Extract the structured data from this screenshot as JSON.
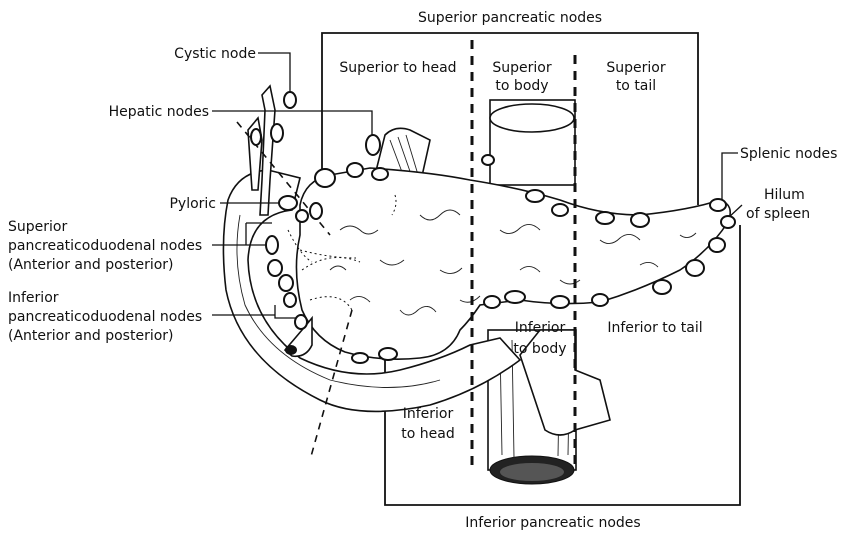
{
  "labels": {
    "superior_pancreatic_nodes": "Superior pancreatic nodes",
    "inferior_pancreatic_nodes": "Inferior pancreatic nodes",
    "superior_to_head": "Superior to head",
    "superior_to_body_1": "Superior",
    "superior_to_body_2": "to body",
    "superior_to_tail_1": "Superior",
    "superior_to_tail_2": "to tail",
    "inferior_to_head_1": "Inferior",
    "inferior_to_head_2": "to head",
    "inferior_to_body_1": "Inferior",
    "inferior_to_body_2": "to body",
    "inferior_to_tail": "Inferior to tail",
    "cystic_node": "Cystic node",
    "hepatic_nodes": "Hepatic nodes",
    "pyloric": "Pyloric",
    "superior_pd_1": "Superior",
    "superior_pd_2": "pancreaticoduodenal nodes",
    "superior_pd_3": "(Anterior and posterior)",
    "inferior_pd_1": "Inferior",
    "inferior_pd_2": "pancreaticoduodenal nodes",
    "inferior_pd_3": "(Anterior and posterior)",
    "splenic_nodes": "Splenic nodes",
    "hilum_1": "Hilum",
    "hilum_2": "of spleen"
  }
}
